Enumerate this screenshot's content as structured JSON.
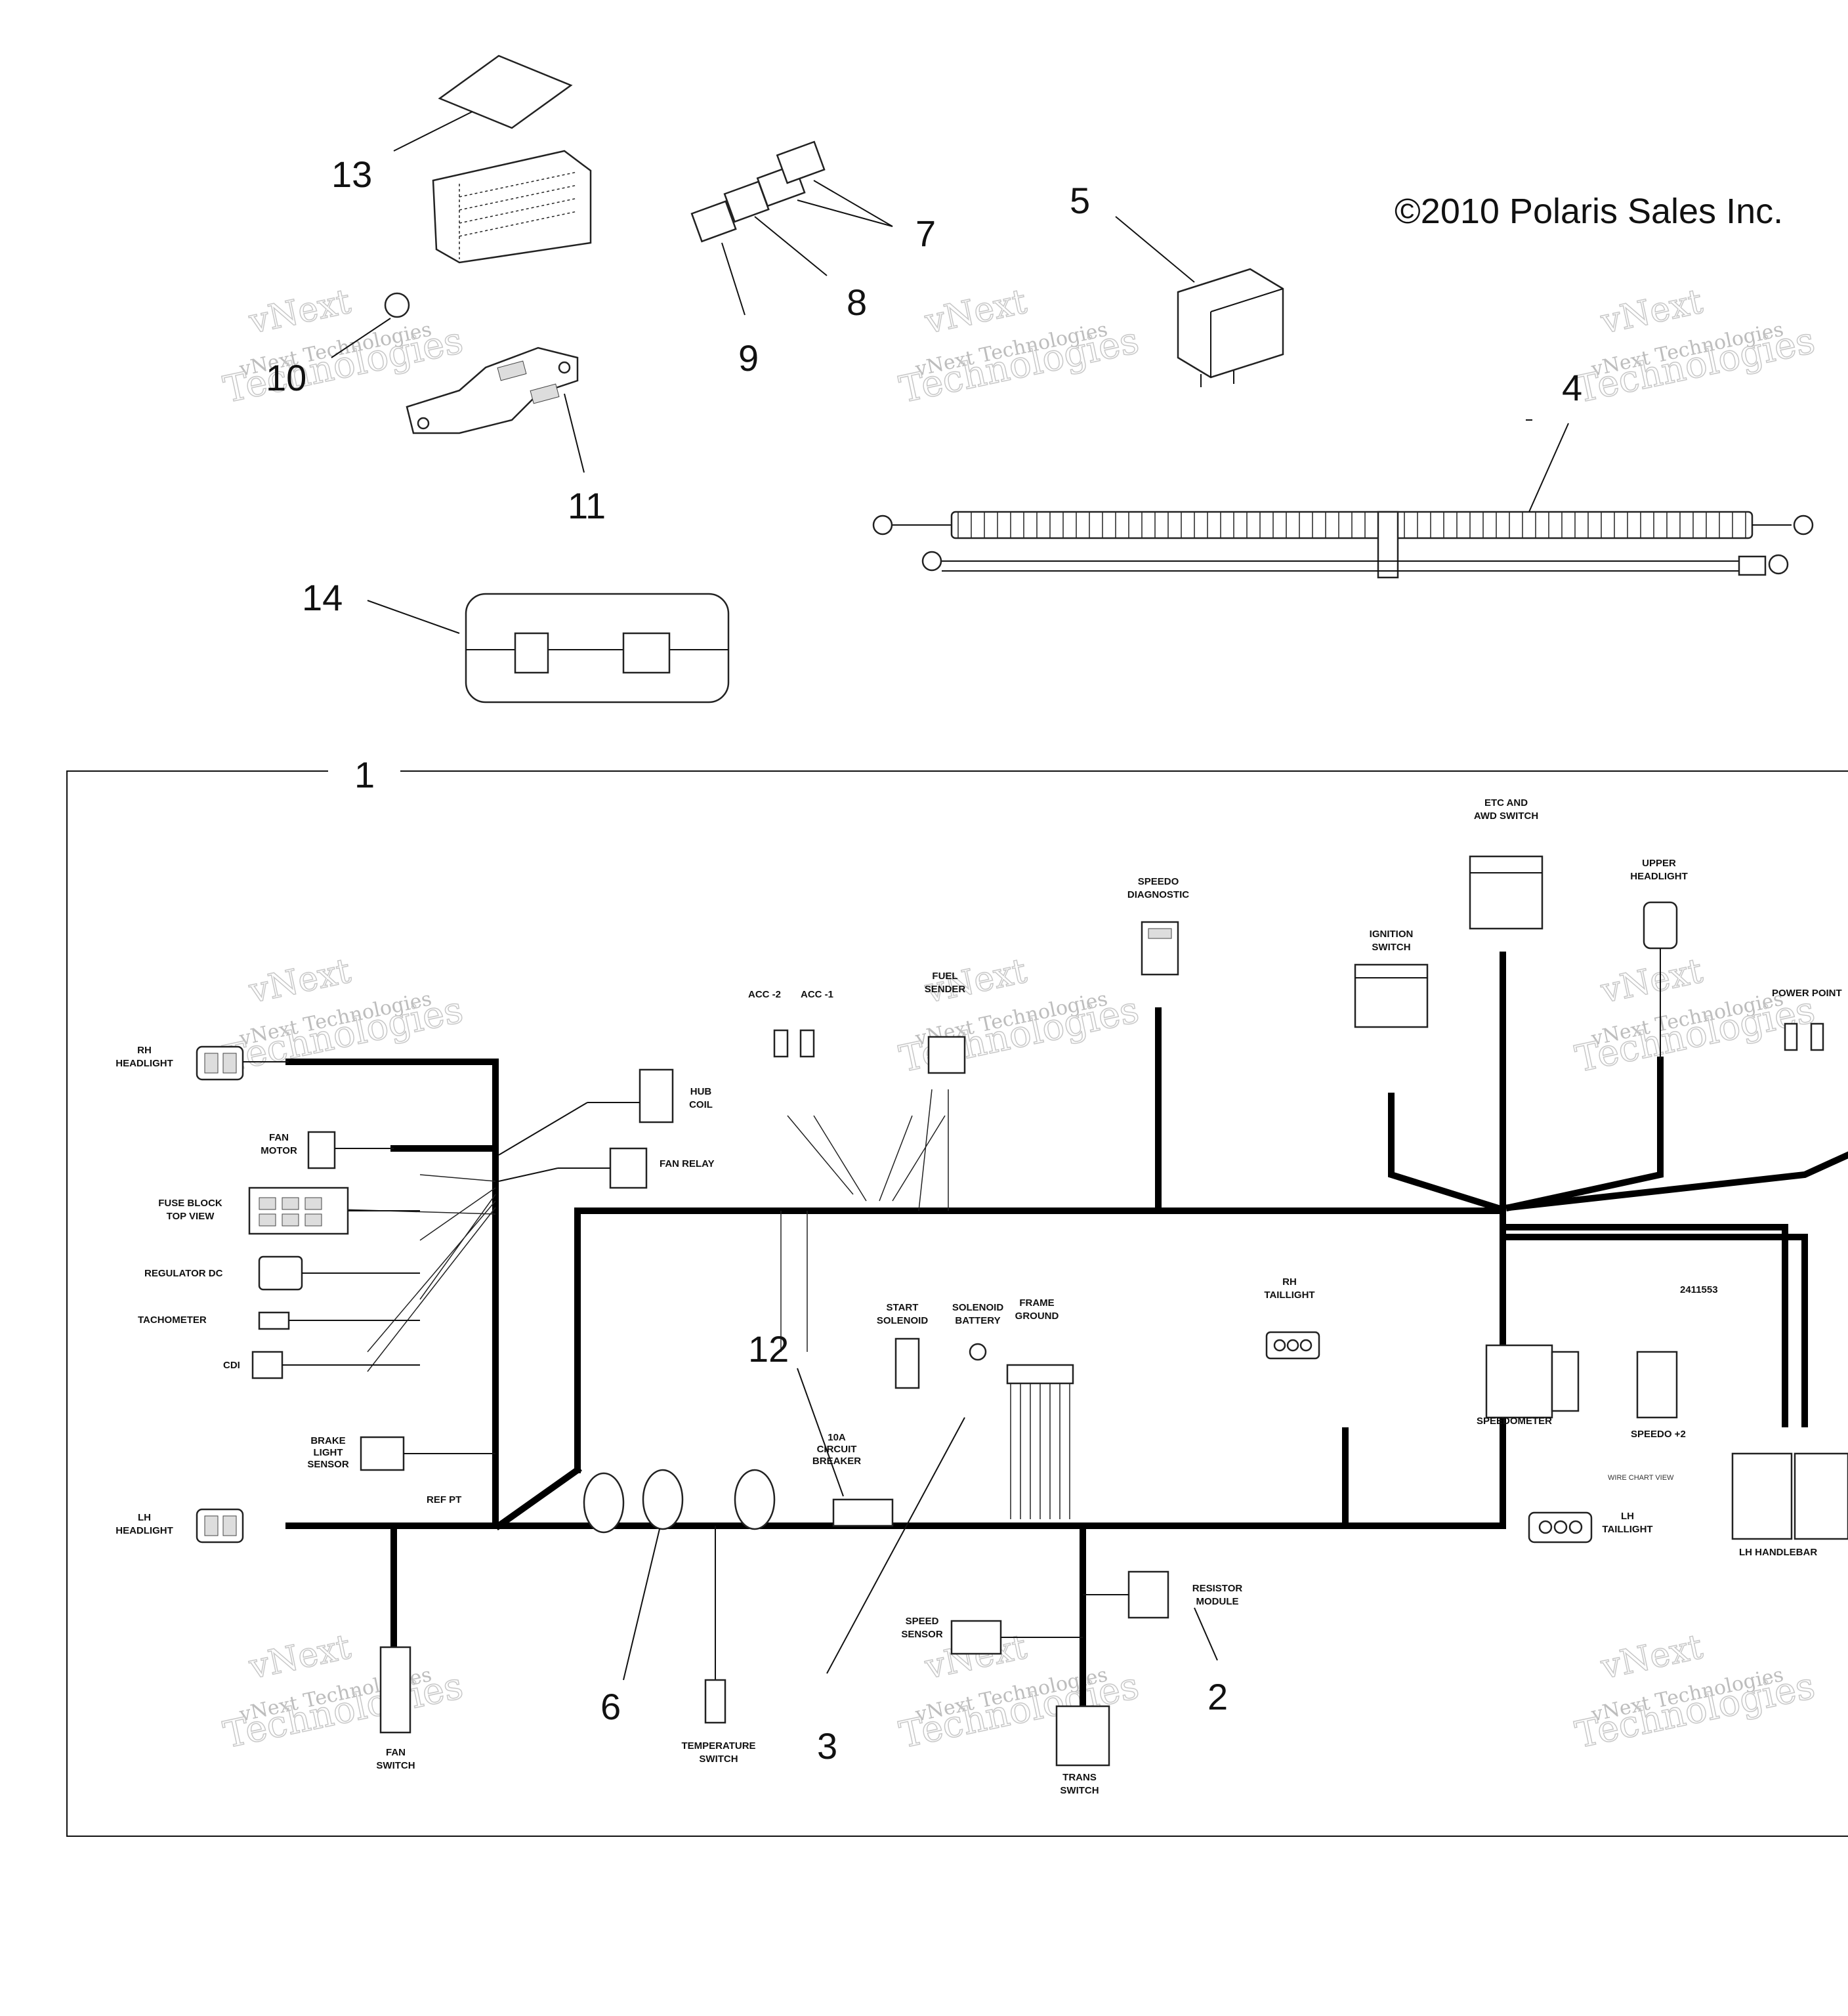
{
  "copyright": "©2010 Polaris Sales Inc.",
  "watermark": {
    "line1": "vNext",
    "line2": "vNext Technologies",
    "line3": "Technologies"
  },
  "callouts": {
    "c1": "1",
    "c2": "2",
    "c3": "3",
    "c4": "4",
    "c5": "5",
    "c6": "6",
    "c7": "7",
    "c8": "8",
    "c9": "9",
    "c10": "10",
    "c11": "11",
    "c12": "12",
    "c13": "13",
    "c14": "14"
  },
  "labels": {
    "rh_headlight": [
      "RH",
      "HEADLIGHT"
    ],
    "lh_headlight": [
      "LH",
      "HEADLIGHT"
    ],
    "fan_motor": [
      "FAN",
      "MOTOR"
    ],
    "fuse_block": [
      "FUSE BLOCK",
      "TOP VIEW"
    ],
    "regulator": "REGULATOR DC",
    "tachometer": "TACHOMETER",
    "cdi": "CDI",
    "brake_light": [
      "BRAKE",
      "LIGHT",
      "SENSOR"
    ],
    "hub_coil": [
      "HUB",
      "COIL"
    ],
    "fan_relay": "FAN RELAY",
    "acc2": "ACC -2",
    "acc1": "ACC -1",
    "fuel_sender": [
      "FUEL",
      "SENDER"
    ],
    "speedo_diagnostic": [
      "SPEEDO",
      "DIAGNOSTIC"
    ],
    "etc_awd": [
      "ETC AND",
      "AWD SWITCH"
    ],
    "ignition_switch": [
      "IGNITION",
      "SWITCH"
    ],
    "upper_headlight": [
      "UPPER",
      "HEADLIGHT"
    ],
    "power_point": "POWER POINT",
    "start_solenoid": [
      "START",
      "SOLENOID"
    ],
    "solenoid_battery": [
      "SOLENOID",
      "BATTERY"
    ],
    "frame_ground": [
      "FRAME",
      "GROUND"
    ],
    "circuit_breaker": [
      "10A",
      "CIRCUIT",
      "BREAKER"
    ],
    "rh_taillight": [
      "RH",
      "TAILLIGHT"
    ],
    "speedometer": "SPEEDOMETER",
    "speedo_2": "SPEEDO +2",
    "part_number": "2411553",
    "wire_chart": "WIRE CHART VIEW",
    "lh_taillight": [
      "LH",
      "TAILLIGHT"
    ],
    "lh_handlebar": "LH HANDLEBAR",
    "resistor_module": [
      "RESISTOR",
      "MODULE"
    ],
    "speed_sensor": [
      "SPEED",
      "SENSOR"
    ],
    "trans_switch": [
      "TRANS",
      "SWITCH"
    ],
    "temperature_switch": [
      "TEMPERATURE",
      "SWITCH"
    ],
    "fan_switch": [
      "FAN",
      "SWITCH"
    ],
    "ref_pt": "REF PT"
  }
}
